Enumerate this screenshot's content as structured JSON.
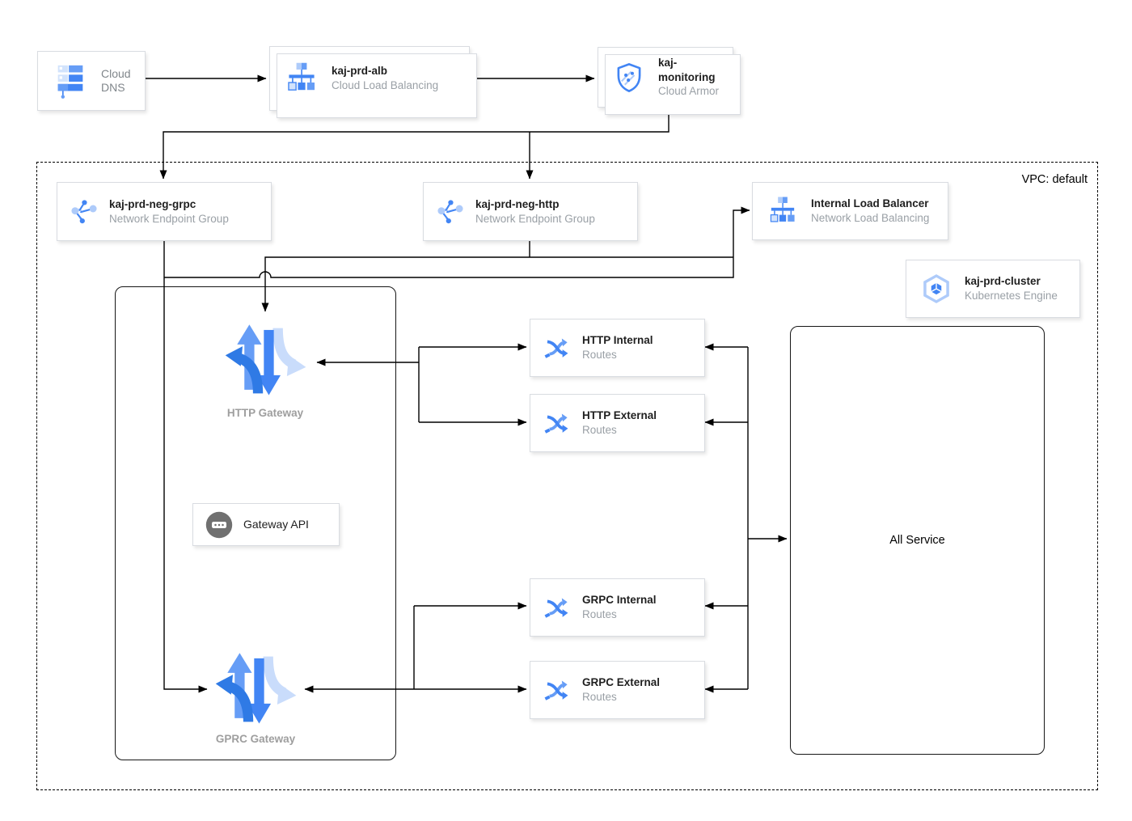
{
  "vpc": {
    "label": "VPC: default"
  },
  "nodes": {
    "cloud_dns": {
      "line1": "Cloud",
      "line2": "DNS"
    },
    "alb": {
      "title": "kaj-prd-alb",
      "subtitle": "Cloud Load Balancing"
    },
    "armor": {
      "title": "kaj-monitoring",
      "subtitle": "Cloud Armor"
    },
    "neg_grpc": {
      "title": "kaj-prd-neg-grpc",
      "subtitle": "Network Endpoint Group"
    },
    "neg_http": {
      "title": "kaj-prd-neg-http",
      "subtitle": "Network Endpoint Group"
    },
    "ilb": {
      "title": "Internal Load Balancer",
      "subtitle": "Network Load Balancing"
    },
    "gke": {
      "title": "kaj-prd-cluster",
      "subtitle": "Kubernetes Engine"
    },
    "http_gateway": {
      "label": "HTTP Gateway"
    },
    "gprc_gateway": {
      "label": "GPRC Gateway"
    },
    "gateway_api": {
      "label": "Gateway API"
    },
    "all_service": {
      "label": "All Service"
    }
  },
  "routes": [
    {
      "title": "HTTP Internal",
      "subtitle": "Routes"
    },
    {
      "title": "HTTP External",
      "subtitle": "Routes"
    },
    {
      "title": "GRPC Internal",
      "subtitle": "Routes"
    },
    {
      "title": "GRPC External",
      "subtitle": "Routes"
    }
  ],
  "colors": {
    "google_blue": "#4285f4",
    "blue_mid": "#669df6",
    "blue_light": "#aecbfa",
    "blue_pale": "#d2e3fc",
    "title_text": "#1f1f1f",
    "subtitle_text": "#9aa0a6",
    "line": "#000000"
  }
}
